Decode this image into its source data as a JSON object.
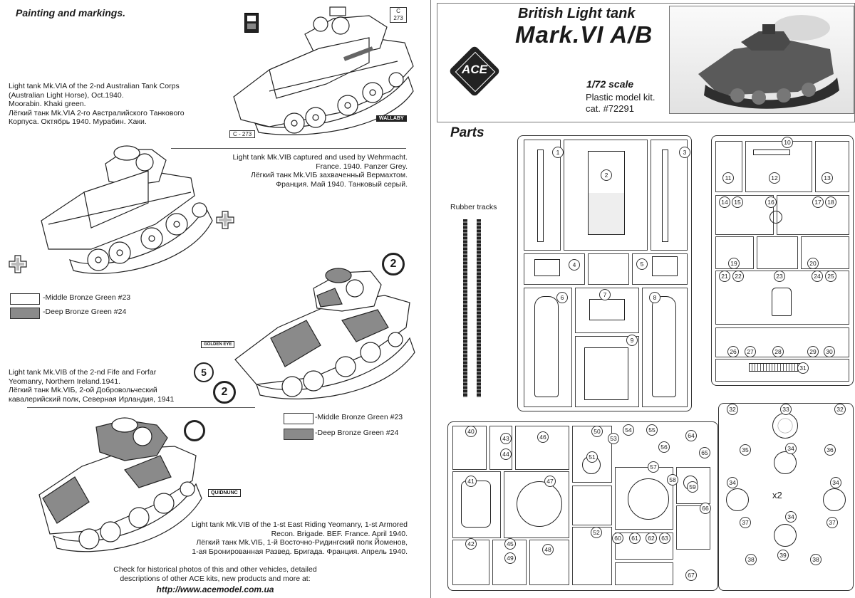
{
  "left": {
    "heading": "Painting and markings.",
    "captions": {
      "c1": [
        "Light tank Mk.VIA of the 2-nd Australian Tank Corps",
        "(Australian Light Horse), Oct.1940.",
        "Moorabin. Khaki green.",
        "Лёгкий танк Mk.VIA 2-го Австралийского Танкового",
        "Корпуса. Октябрь 1940. Мурабин. Хаки."
      ],
      "c2": [
        "Light tank Mk.VIB captured and used by Wehrmacht.",
        "France. 1940. Panzer Grey.",
        "Лёгкий танк Mk.VIБ захваченный Вермахтом.",
        "Франция. Май 1940. Танковый серый."
      ],
      "c3": [
        "Light tank Mk.VIB of the 2-nd Fife and Forfar",
        "Yeomanry, Northern Ireland.1941.",
        "Лёгкий танк Mk.VIБ, 2-ой Добровольческий",
        "кавалерийский полк, Северная Ирландия, 1941"
      ],
      "c4": [
        "Light tank Mk.VIB of the 1-st East Riding Yeomanry, 1-st Armored",
        "Recon. Brigade. BEF. France. April 1940.",
        "Лёгкий танк Mk.VIБ, 1-й Восточно-Ридингский полк Йоменов,",
        "1-ая Бронированная Развед. Бригада. Франция. Апрель 1940."
      ]
    },
    "legend1": {
      "middle": "-Middle Bronze Green #23",
      "deep": "-Deep Bronze Green #24"
    },
    "legend2": {
      "middle": "-Middle Bronze Green #23",
      "deep": "-Deep Bronze Green #24"
    },
    "markings": {
      "c273_top_a": "C",
      "c273_top_b": "273",
      "c273_side": "C - 273",
      "wallaby": "WALLABY",
      "golden_eye": "GOLDEN EYE",
      "quidnunc": "QUIDNUNC",
      "n2_top": "2",
      "n5": "5",
      "n2_bottom": "2"
    },
    "footer": [
      "Check for historical photos of this and  other vehicles, detailed",
      "descriptions of other ACE kits, new products and more at:"
    ],
    "url": "http://www.acemodel.com.ua"
  },
  "right": {
    "logo": "ACE",
    "title1": "British Light tank",
    "title2": "Mark.VI A/B",
    "scale": "1/72 scale",
    "kit": "Plastic model kit.",
    "cat": "cat. #72291",
    "parts_heading": "Parts",
    "rubber_tracks": "Rubber tracks",
    "x2": "x2",
    "part_numbers": [
      "1",
      "2",
      "3",
      "4",
      "5",
      "6",
      "7",
      "8",
      "9",
      "10",
      "11",
      "12",
      "13",
      "14",
      "15",
      "16",
      "17",
      "18",
      "19",
      "20",
      "21",
      "22",
      "23",
      "24",
      "25",
      "26",
      "27",
      "28",
      "29",
      "30",
      "31",
      "32",
      "33",
      "32",
      "34",
      "35",
      "36",
      "34",
      "34",
      "37",
      "34",
      "37",
      "38",
      "39",
      "38",
      "40",
      "41",
      "42",
      "43",
      "44",
      "45",
      "46",
      "47",
      "48",
      "49",
      "50",
      "51",
      "52",
      "53",
      "54",
      "55",
      "56",
      "57",
      "58",
      "59",
      "60",
      "61",
      "62",
      "63",
      "64",
      "65",
      "66",
      "67"
    ]
  },
  "colors": {
    "middle_bronze_green": "#ffffff",
    "deep_bronze_green": "#8a8a8a",
    "panzer_grey": "#cfcfcf"
  }
}
